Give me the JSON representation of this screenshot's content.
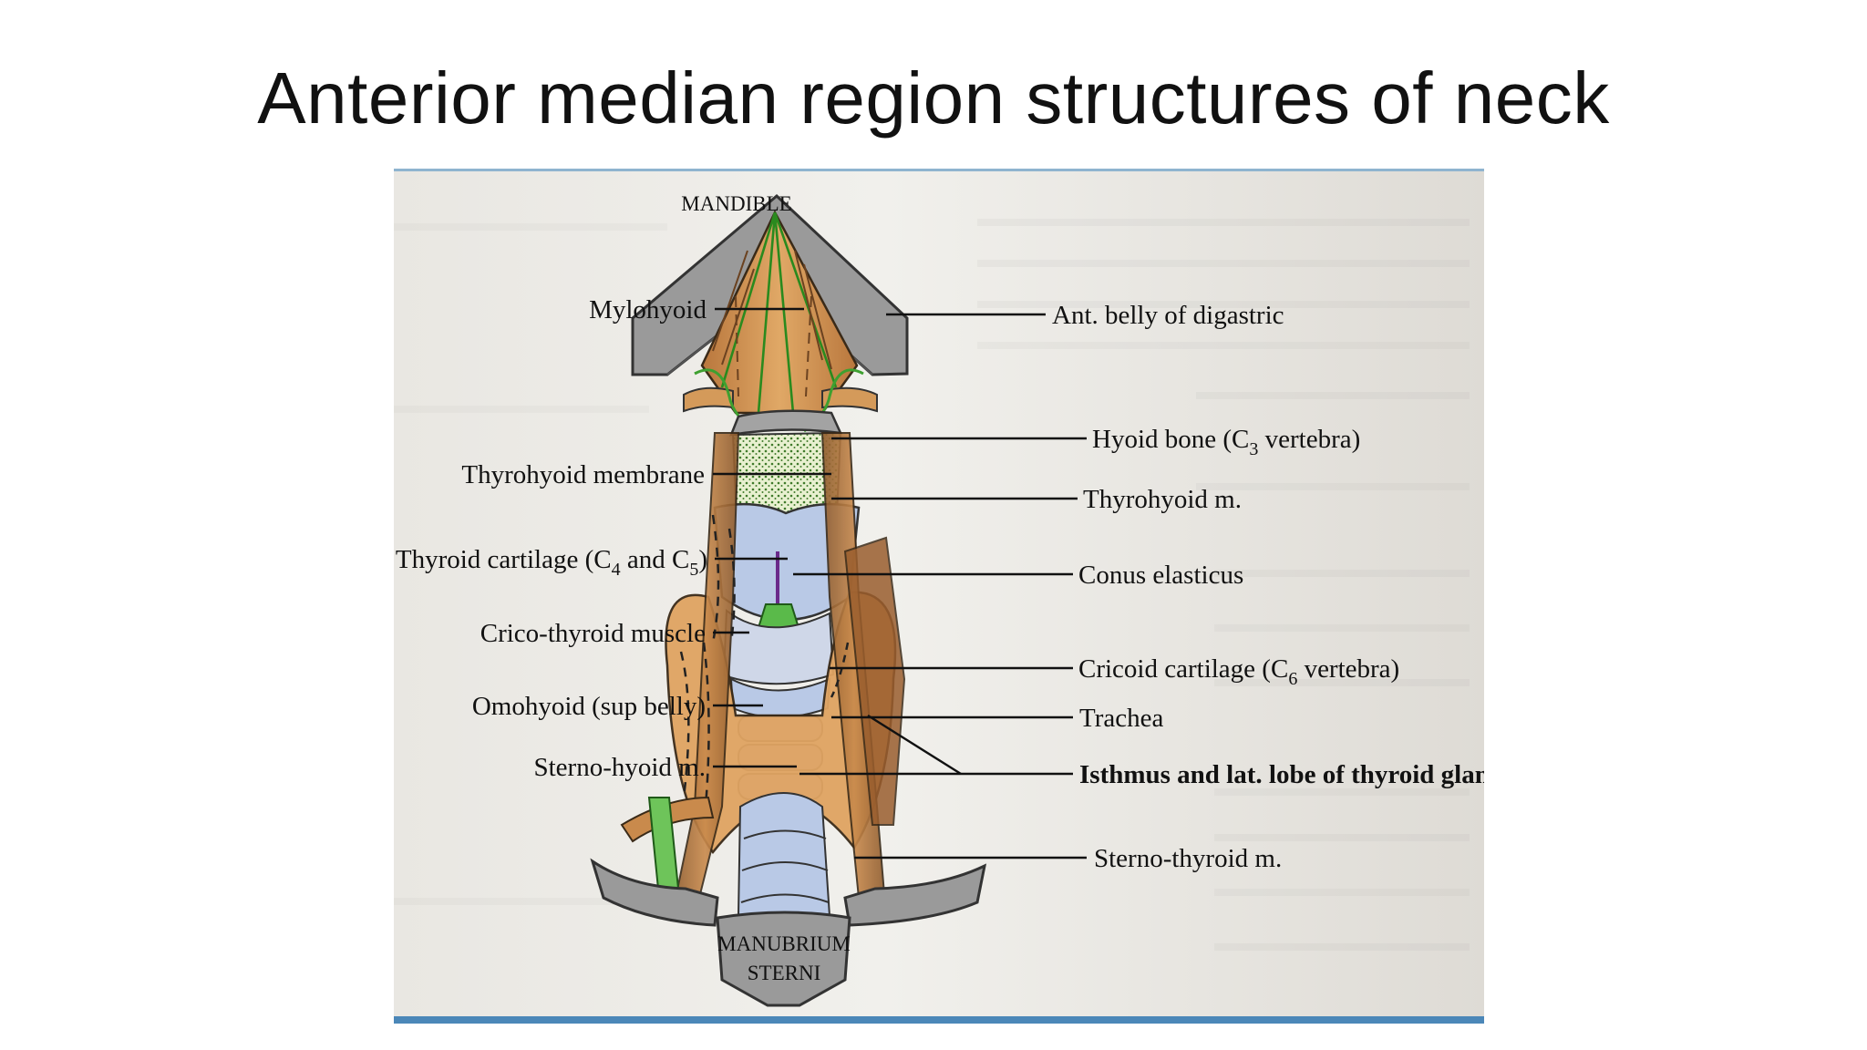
{
  "title": "Anterior median region structures of neck",
  "figure": {
    "labels": {
      "mandible": "MANDIBLE",
      "mylohyoid": "Mylohyoid",
      "ant_belly_digastric": "Ant. belly of digastric",
      "hyoid_bone": "Hyoid bone (C",
      "hyoid_sub": "3",
      "hyoid_rest": " vertebra)",
      "thyrohyoid_membrane": "Thyrohyoid membrane",
      "thyrohyoid_m": "Thyrohyoid m.",
      "thyroid_cartilage_a": "Thyroid cartilage (C",
      "thyroid_cartilage_sub1": "4",
      "thyroid_cartilage_b": " and C",
      "thyroid_cartilage_sub2": "5",
      "thyroid_cartilage_c": ")",
      "conus_elasticus": "Conus elasticus",
      "crico_thyroid": "Crico-thyroid muscle",
      "cricoid_a": "Cricoid cartilage (C",
      "cricoid_sub": "6",
      "cricoid_b": " vertebra)",
      "omohyoid": "Omohyoid (sup belly)",
      "trachea": "Trachea",
      "sterno_hyoid": "Sterno-hyoid m.",
      "isthmus": "Isthmus and lat. lobe of thyroid gland",
      "sterno_thyroid": "Sterno-thyroid m.",
      "manubrium": "MANUBRIUM",
      "sterni": "STERNI"
    }
  }
}
